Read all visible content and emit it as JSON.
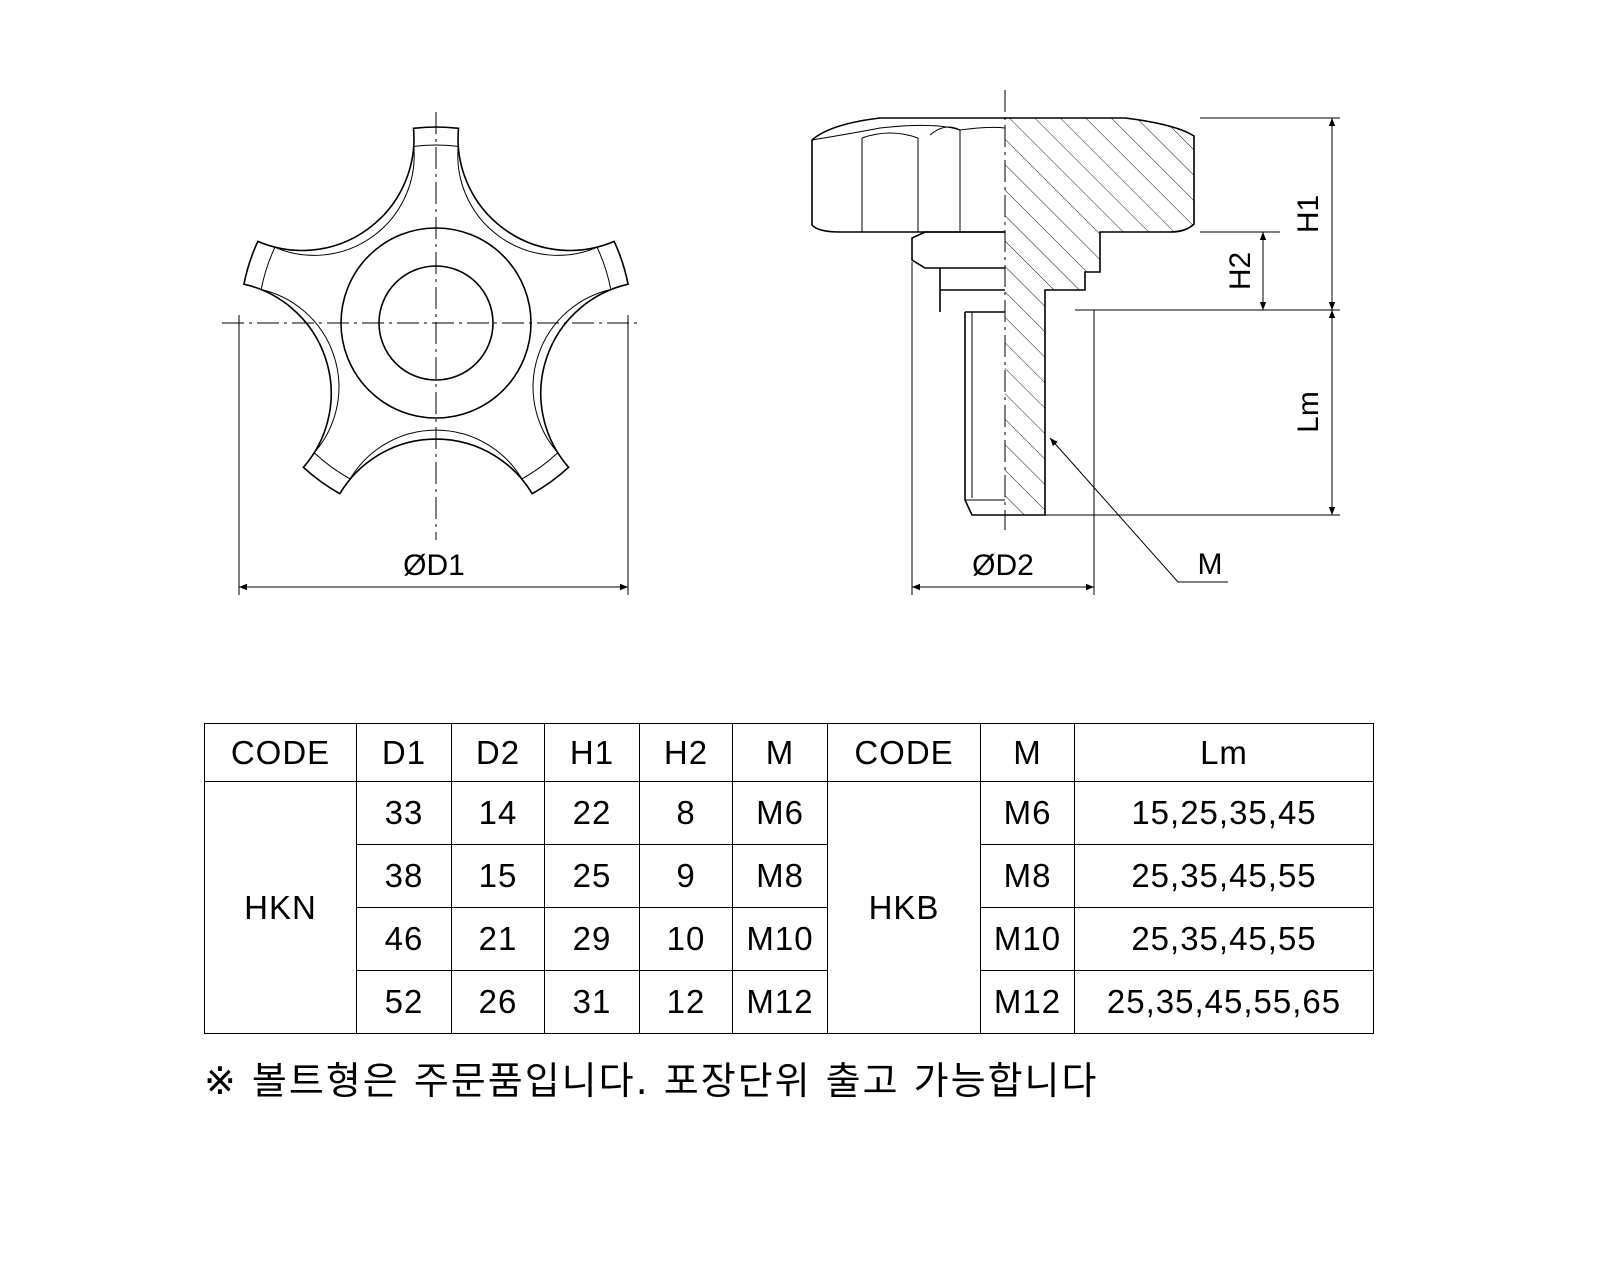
{
  "drawing": {
    "labels": {
      "d1": "ØD1",
      "d2": "ØD2",
      "h1": "H1",
      "h2": "H2",
      "lm": "Lm",
      "m": "M"
    }
  },
  "table": {
    "headers": [
      "CODE",
      "D1",
      "D2",
      "H1",
      "H2",
      "M",
      "CODE",
      "M",
      "Lm"
    ],
    "nut": {
      "code": "HKN",
      "rows": [
        {
          "d1": "33",
          "d2": "14",
          "h1": "22",
          "h2": "8",
          "m": "M6"
        },
        {
          "d1": "38",
          "d2": "15",
          "h1": "25",
          "h2": "9",
          "m": "M8"
        },
        {
          "d1": "46",
          "d2": "21",
          "h1": "29",
          "h2": "10",
          "m": "M10"
        },
        {
          "d1": "52",
          "d2": "26",
          "h1": "31",
          "h2": "12",
          "m": "M12"
        }
      ]
    },
    "bolt": {
      "code": "HKB",
      "rows": [
        {
          "m": "M6",
          "lm": "15,25,35,45"
        },
        {
          "m": "M8",
          "lm": "25,35,45,55"
        },
        {
          "m": "M10",
          "lm": "25,35,45,55"
        },
        {
          "m": "M12",
          "lm": "25,35,45,55,65"
        }
      ]
    }
  },
  "note": "※ 볼트형은 주문품입니다.  포장단위 출고 가능합니다"
}
